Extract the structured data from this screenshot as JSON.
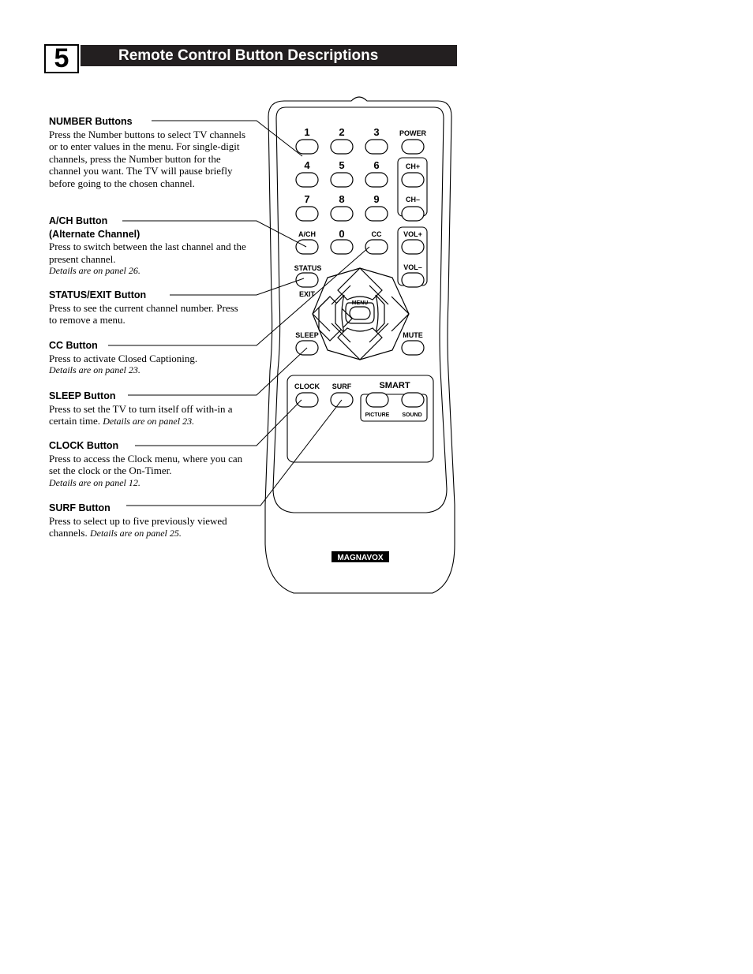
{
  "page": {
    "number": "5",
    "title": "Remote Control Button Descriptions"
  },
  "descriptions": [
    {
      "heading": "NUMBER Buttons",
      "text": "Press the Number buttons to select TV channels or to enter values in the menu. For single-digit channels, press the Number button for the channel you want.  The TV will pause briefly before going to the chosen channel."
    },
    {
      "heading": "A/CH Button",
      "heading2": "(Alternate Channel)",
      "text": "Press to switch between the last channel and the present channel.",
      "details": "Details are on panel 26."
    },
    {
      "heading": "STATUS/EXIT Button",
      "text": "Press to see the current channel number. Press to remove a menu."
    },
    {
      "heading": "CC Button",
      "text": "Press to activate Closed Captioning.",
      "details": "Details are on panel 23."
    },
    {
      "heading": "SLEEP Button",
      "text": "Press to set the TV to turn itself off with-in a certain time.",
      "details": "Details are on panel 23."
    },
    {
      "heading": "CLOCK Button",
      "text": "Press to access the Clock menu, where you can set the clock or the On-Timer.",
      "details": "Details are on panel 12."
    },
    {
      "heading": "SURF Button",
      "text": "Press to select up to five previously viewed channels.",
      "details": "Details are on panel 25."
    }
  ],
  "remote": {
    "brand": "MAGNAVOX",
    "keys": {
      "k1": "1",
      "k2": "2",
      "k3": "3",
      "power": "POWER",
      "k4": "4",
      "k5": "5",
      "k6": "6",
      "ch_up": "CH+",
      "k7": "7",
      "k8": "8",
      "k9": "9",
      "ch_down": "CH–",
      "ach": "A/CH",
      "k0": "0",
      "cc": "CC",
      "vol_up": "VOL+",
      "status": "STATUS",
      "vol_down": "VOL–",
      "exit": "EXIT",
      "menu": "MENU",
      "sleep": "SLEEP",
      "mute": "MUTE",
      "clock": "CLOCK",
      "surf": "SURF",
      "smart": "SMART",
      "picture": "PICTURE",
      "sound": "SOUND"
    }
  }
}
